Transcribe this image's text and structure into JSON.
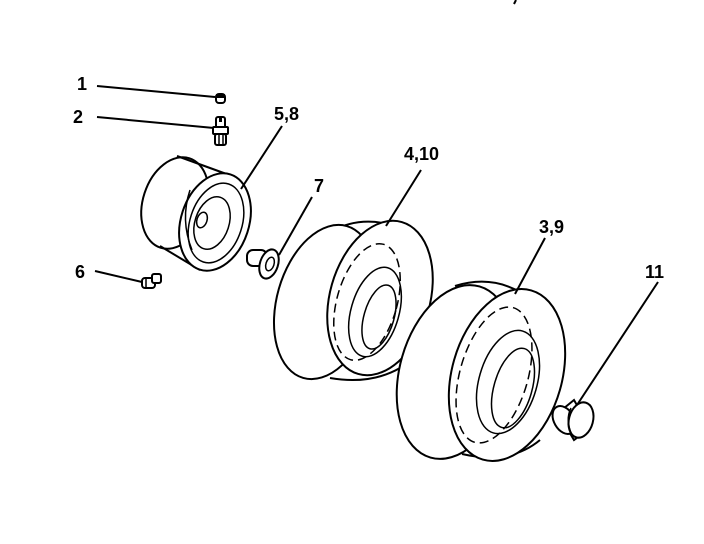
{
  "diagram": {
    "callouts": {
      "c1": "1",
      "c2": "2",
      "c5_8": "5,8",
      "c4_10": "4,10",
      "c7": "7",
      "c6": "6",
      "c3_9": "3,9",
      "c11": "11"
    },
    "ink_color": "#000000",
    "background": "#ffffff"
  }
}
